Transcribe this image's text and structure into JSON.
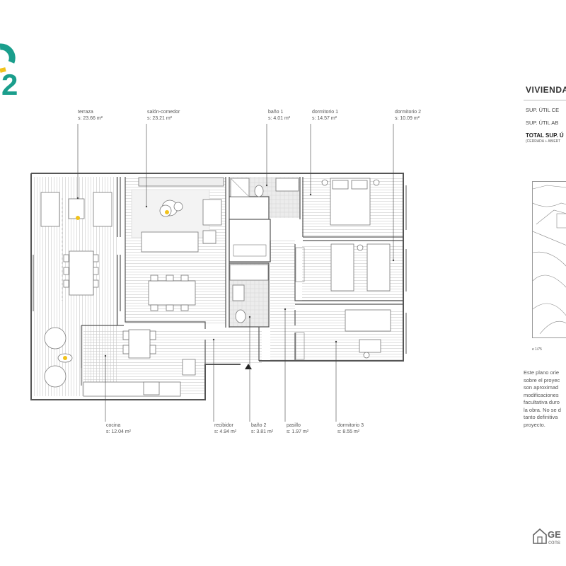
{
  "unit_number": "2",
  "rooms": [
    {
      "id": "terraza",
      "name": "terraza",
      "area": "s: 23.66 m²"
    },
    {
      "id": "salon",
      "name": "salón-comedor",
      "area": "s: 23.21 m²"
    },
    {
      "id": "bano1",
      "name": "baño 1",
      "area": "s: 4.01 m²"
    },
    {
      "id": "dorm1",
      "name": "dormitorio 1",
      "area": "s: 14.57 m²"
    },
    {
      "id": "dorm2",
      "name": "dormitorio 2",
      "area": "s: 10.09 m²"
    },
    {
      "id": "cocina",
      "name": "cocina",
      "area": "s: 12.04 m²"
    },
    {
      "id": "recibidor",
      "name": "recibidor",
      "area": "s: 4.94 m²"
    },
    {
      "id": "bano2",
      "name": "baño 2",
      "area": "s: 3.81 m²"
    },
    {
      "id": "pasillo",
      "name": "pasillo",
      "area": "s: 1.97 m²"
    },
    {
      "id": "dorm3",
      "name": "dormitorio 3",
      "area": "s: 8.55 m²"
    }
  ],
  "summary": {
    "title": "VIVIENDA",
    "sup_cerrada": "SUP.   ÚTIL CE",
    "sup_abierta": "SUP.   ÚTIL AB",
    "total": "TOTAL SUP. Ú",
    "total_sub": "(CERRADA + ABIERT"
  },
  "scale": "e 1/75",
  "disclaimer": [
    "Este plano orie",
    "sobre el proyec",
    "son aproximad",
    "modificaciones",
    "facultativa duro",
    "la obra. No se d",
    "tanto definitiva",
    "proyecto."
  ],
  "brand": {
    "name": "GE",
    "sub": "cons"
  },
  "colors": {
    "teal": "#1a9e8c",
    "yellow": "#f1c21b",
    "wall": "#555555",
    "floor": "#c9c9c9"
  }
}
